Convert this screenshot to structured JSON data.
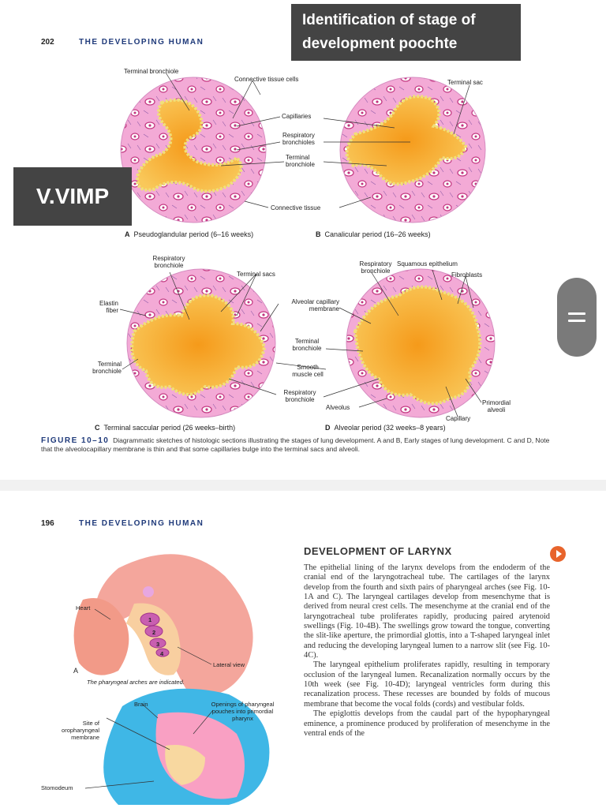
{
  "page1": {
    "page_number": "202",
    "running_head": "THE DEVELOPING HUMAN",
    "overlay_top": "Identification of stage of development poochte",
    "overlay_left": "V.VIMP",
    "labels": {
      "a_terminal_bronchiole": "Terminal bronchiole",
      "a_connective_tissue_cells": "Connective tissue cells",
      "b_terminal_sac": "Terminal sac",
      "capillaries": "Capillaries",
      "respiratory_bronchioles": "Respiratory bronchioles",
      "terminal_bronchiole_mid": "Terminal bronchiole",
      "connective_tissue": "Connective tissue",
      "c_respiratory_bronchiole": "Respiratory bronchiole",
      "c_terminal_sacs": "Terminal sacs",
      "elastin_fiber": "Elastin fiber",
      "c_terminal_bronchiole": "Terminal bronchiole",
      "alveolar_capillary_membrane": "Alveolar capillary membrane",
      "terminal_bronchiole_mid2": "Terminal bronchiole",
      "smooth_muscle_cell": "Smooth muscle cell",
      "respiratory_bronchiole_mid": "Respiratory bronchiole",
      "alveolus": "Alveolus",
      "d_respiratory_bronchiole": "Respiratory bronchiole",
      "squamous_epithelium": "Squamous epithelium",
      "fibroblasts": "Fibroblasts",
      "primordial_alveoli": "Primordial alveoli",
      "capillary": "Capillary"
    },
    "panels": {
      "a": {
        "letter": "A",
        "title": "Pseudoglandular period (6–16 weeks)"
      },
      "b": {
        "letter": "B",
        "title": "Canalicular period (16–26 weeks)"
      },
      "c": {
        "letter": "C",
        "title": "Terminal saccular period (26 weeks–birth)"
      },
      "d": {
        "letter": "D",
        "title": "Alveolar period (32 weeks–8 years)"
      }
    },
    "caption": {
      "figure": "FIGURE 10–10",
      "text": "Diagrammatic sketches of histologic sections illustrating the stages of lung development. A and B, Early stages of lung development. C and D, Note that the alveolocapillary membrane is thin and that some capillaries bulge into the terminal sacs and alveoli."
    }
  },
  "page2": {
    "page_number": "196",
    "running_head": "THE DEVELOPING HUMAN",
    "labels": {
      "heart": "Heart",
      "arch_1": "1",
      "arch_2": "2",
      "arch_3": "3",
      "arch_4": "4",
      "lateral_view": "Lateral view",
      "panel_a": "A",
      "arches_note": "The pharyngeal arches are indicated.",
      "brain": "Brain",
      "openings": "Openings of pharyngeal pouches into primordial pharynx",
      "site_of": "Site of oropharyngeal membrane",
      "stomodeum": "Stomodeum"
    },
    "section_title": "DEVELOPMENT OF LARYNX",
    "paragraph1": "The epithelial lining of the larynx develops from the endoderm of the cranial end of the laryngotracheal tube. The cartilages of the larynx develop from the fourth and sixth pairs of pharyngeal arches (see Fig. 10-1A and C). The laryngeal cartilages develop from mesenchyme that is derived from neural crest cells. The mesenchyme at the cranial end of the laryngotracheal tube proliferates rapidly, producing paired arytenoid swellings (Fig. 10-4B). The swellings grow toward the tongue, converting the slit-like aperture, the primordial glottis, into a T-shaped laryngeal inlet and reducing the developing laryngeal lumen to a narrow slit (see Fig. 10-4C).",
    "paragraph2": "The laryngeal epithelium proliferates rapidly, resulting in temporary occlusion of the laryngeal lumen. Recanalization normally occurs by the 10th week (see Fig. 10-4D); laryngeal ventricles form during this recanalization process. These recesses are bounded by folds of mucous membrane that become the vocal folds (cords) and vestibular folds.",
    "paragraph3": "The epiglottis develops from the caudal part of the hypopharyngeal eminence, a prominence produced by proliferation of mesenchyme in the ventral ends of the"
  },
  "colors": {
    "accent": "#1f3a7a",
    "tissue_pink": "#f2a6d2",
    "lumen_yellow": "#f5b52c",
    "overlay": "#444444",
    "play_orange": "#e8642c"
  }
}
